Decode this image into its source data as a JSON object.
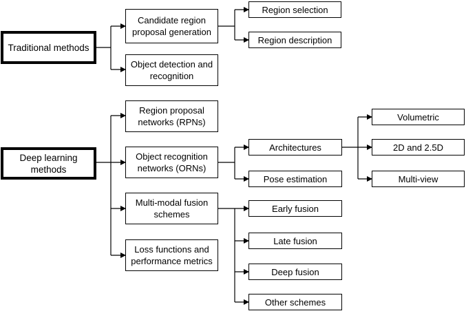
{
  "diagram": {
    "traditional": {
      "root": "Traditional methods",
      "candidate": "Candidate region\nproposal generation",
      "region_selection": "Region selection",
      "region_description": "Region description",
      "object_detection": "Object detection and\nrecognition"
    },
    "deep": {
      "root": "Deep learning\nmethods",
      "rpn": "Region proposal\nnetworks (RPNs)",
      "orn": "Object recognition\nnetworks (ORNs)",
      "architectures": "Architectures",
      "volumetric": "Volumetric",
      "two_d": "2D and 2.5D",
      "multi_view": "Multi-view",
      "pose": "Pose estimation",
      "fusion": "Multi-modal fusion\nschemes",
      "early": "Early fusion",
      "late": "Late fusion",
      "deep_fusion": "Deep fusion",
      "other": "Other schemes",
      "loss": "Loss functions and\nperformance metrics"
    }
  }
}
